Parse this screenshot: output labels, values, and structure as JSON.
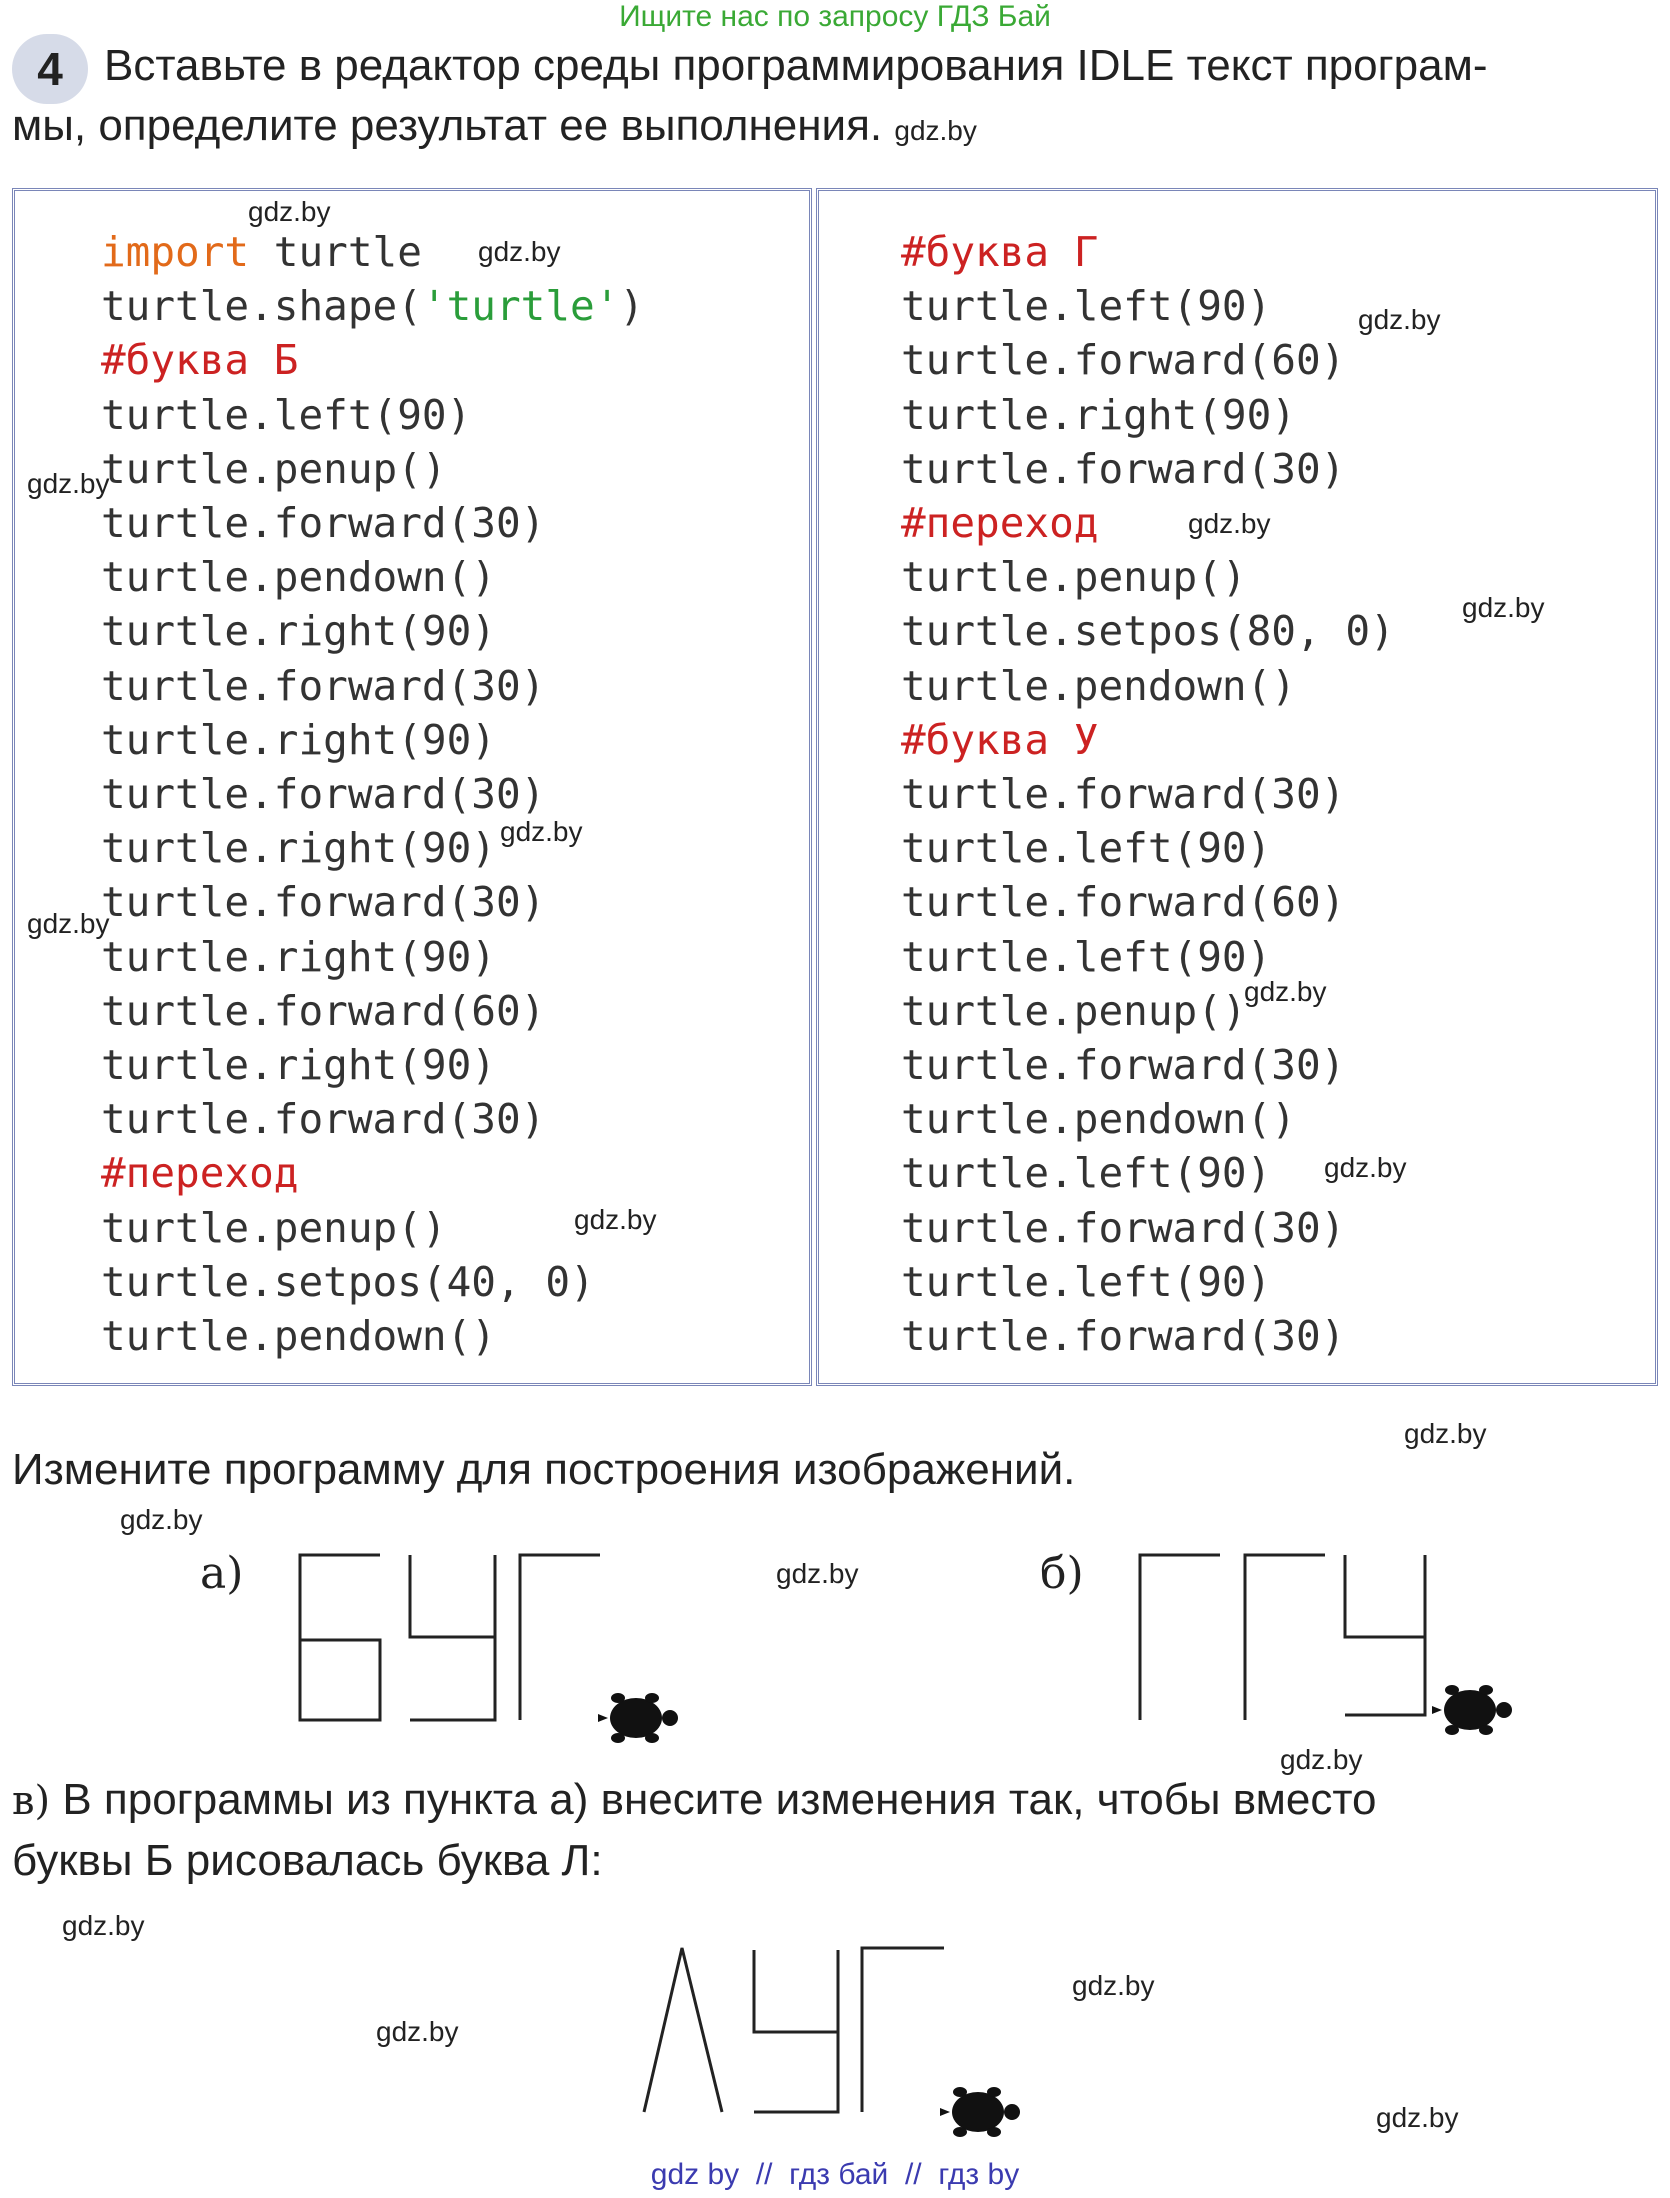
{
  "top_note": "Ищите нас по запросу ГДЗ Бай",
  "task": {
    "number": "4",
    "text_line1": "Вставьте в редактор среды программирования IDLE текст програм-",
    "text_line2": "мы, определите результат ее выполнения."
  },
  "watermark": "gdz.by",
  "code_left": [
    "turtle.shape('turtle')",
    "#буква Б",
    "turtle.left(90)",
    "turtle.penup()",
    "turtle.forward(30)",
    "turtle.pendown()",
    "turtle.right(90)",
    "turtle.forward(30)",
    "turtle.right(90)",
    "turtle.forward(30)",
    "turtle.right(90)",
    "turtle.forward(30)",
    "turtle.right(90)",
    "turtle.forward(60)",
    "turtle.right(90)",
    "turtle.forward(30)",
    "#переход",
    "turtle.penup()",
    "turtle.setpos(40, 0)",
    "turtle.pendown()"
  ],
  "code_left_first": {
    "keyword": "import",
    "rest": " turtle"
  },
  "code_right": [
    "#буква Г",
    "turtle.left(90)",
    "turtle.forward(60)",
    "turtle.right(90)",
    "turtle.forward(30)",
    "#переход",
    "turtle.penup()",
    "turtle.setpos(80, 0)",
    "turtle.pendown()",
    "#буква У",
    "turtle.forward(30)",
    "turtle.left(90)",
    "turtle.forward(60)",
    "turtle.left(90)",
    "turtle.penup()",
    "turtle.forward(30)",
    "turtle.pendown()",
    "turtle.left(90)",
    "turtle.forward(30)",
    "turtle.left(90)",
    "turtle.forward(30)"
  ],
  "change_text": "Измените программу для построения изображений.",
  "label_a": "а)",
  "label_b": "б)",
  "label_v": "в)",
  "para_v_line1": "В программы из пункта а) внесите изменения так, чтобы вместо",
  "para_v_line2": "буквы Б рисовалась буква Л:",
  "bottom_note": "gdz by  //  гдз бай  //  гдз by"
}
